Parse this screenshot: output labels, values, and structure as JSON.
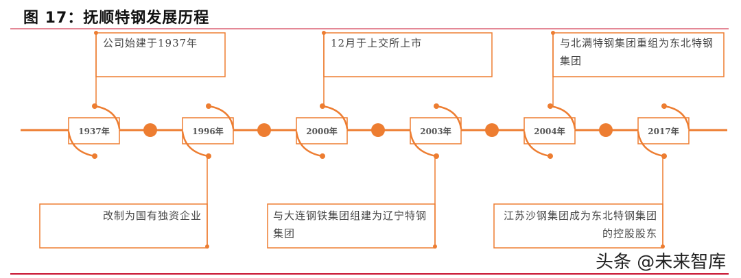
{
  "title": "图 17：抚顺特钢发展历程",
  "accent": "#ED7D31",
  "years": [
    "1937年",
    "1996年",
    "2000年",
    "2003年",
    "2004年",
    "2017年"
  ],
  "top_notes": [
    "公司始建于1937年",
    "12月于上交所上市",
    "与北满特钢集团重组为东北特钢集团"
  ],
  "bottom_notes": [
    "改制为国有独资企业",
    "与大连钢铁集团组建为辽宁特钢集团",
    "江苏沙钢集团成为东北特钢集团的控股股东"
  ],
  "watermark": "头条 @未来智库"
}
